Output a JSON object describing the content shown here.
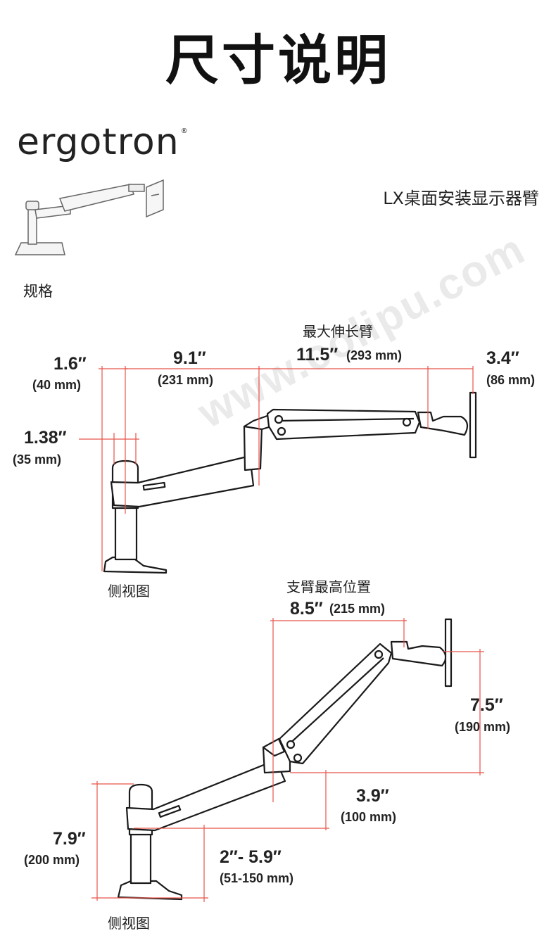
{
  "header": {
    "title": "尺寸说明"
  },
  "brand": {
    "logo_text": "ergotron",
    "registered_mark": "®"
  },
  "product": {
    "name": "LX桌面安装显示器臂"
  },
  "thumbnail": {
    "caption": "规格"
  },
  "side_view_1": {
    "caption": "侧视图",
    "max_extension_label": "最大伸长臂",
    "dims": {
      "d1": {
        "value": "1.6″",
        "metric": "(40 mm)"
      },
      "d2": {
        "value": "9.1″",
        "metric": "(231 mm)"
      },
      "d3": {
        "value": "11.5″",
        "metric": "(293 mm)"
      },
      "d4": {
        "value": "3.4″",
        "metric": "(86 mm)"
      },
      "d5": {
        "value": "1.38″",
        "metric": "(35 mm)"
      }
    }
  },
  "side_view_2": {
    "caption": "侧视图",
    "max_height_label": "支臂最高位置",
    "dims": {
      "d1": {
        "value": "8.5″",
        "metric": "(215 mm)"
      },
      "d2": {
        "value": "7.5″",
        "metric": "(190 mm)"
      },
      "d3": {
        "value": "3.9″",
        "metric": "(100 mm)"
      },
      "d4": {
        "value": "7.9″",
        "metric": "(200 mm)"
      },
      "d5": {
        "value": "2″- 5.9″",
        "metric": "(51-150 mm)"
      }
    }
  },
  "watermark": {
    "text": "www.colipu.com"
  },
  "colors": {
    "dimension_line": "#e8544a",
    "drawing": "#1a1a1a"
  }
}
